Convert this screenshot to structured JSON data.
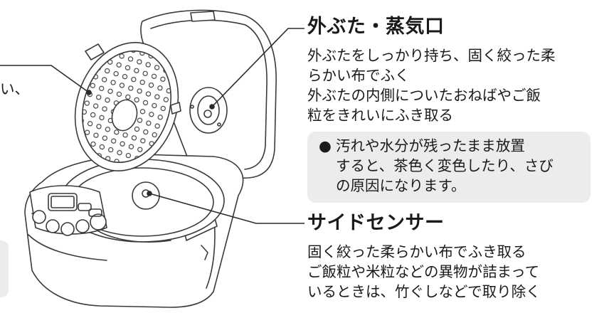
{
  "sections": [
    {
      "title": "外ぶた・蒸気口",
      "lines": [
        "外ぶたをしっかり持ち、固く絞った柔",
        "らかい布でふく",
        "外ぶたの内側についたおねばやご飯",
        "粒をきれいにふき取る"
      ],
      "note": {
        "bullet": "●",
        "lines": [
          "汚れや水分が残ったまま放置",
          "すると、茶色く変色したり、さび",
          "の原因になります。"
        ]
      }
    },
    {
      "title": "サイドセンサー",
      "lines": [
        "固く絞った柔らかい布でふき取る",
        "ご飯粒や米粒などの異物が詰まって",
        "いるときは、竹ぐしなどで取り除く"
      ]
    }
  ],
  "left_edge_text": "い、",
  "colors": {
    "text": "#1a1a1a",
    "note_background": "#ececec",
    "line_art": "#3a3a3a"
  },
  "icons": [
    "rice-cooker-illustration",
    "inner-lid-perforated",
    "steam-vent",
    "side-sensor"
  ]
}
